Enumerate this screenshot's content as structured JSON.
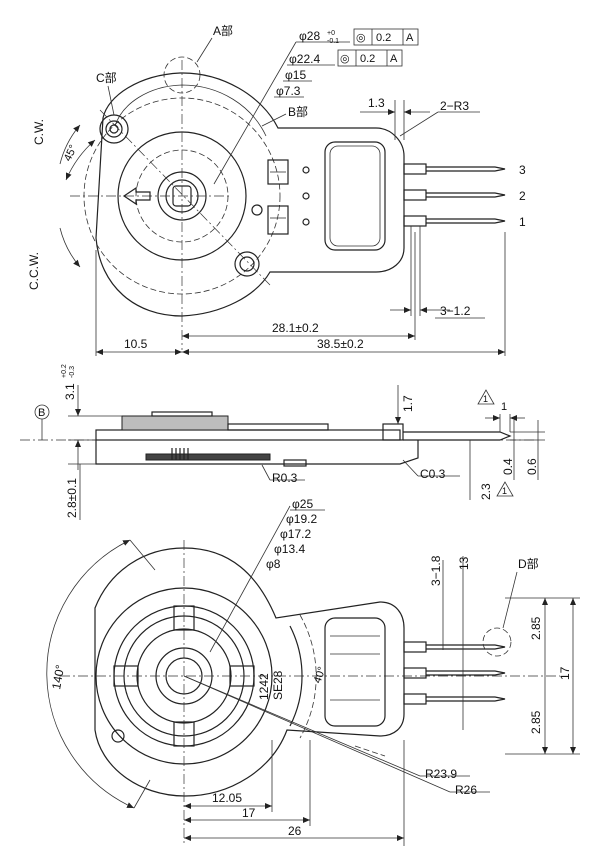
{
  "top_view": {
    "label_a": "A部",
    "label_b": "B部",
    "label_c": "C部",
    "rot_cw": "C.W.",
    "rot_ccw": "C.C.W.",
    "angle_45": "45°",
    "dia_28": "φ28",
    "dia_28_tol_upper": "+0",
    "dia_28_tol_lower": "-0.1",
    "dia_22": "φ22.4",
    "dia_15": "φ15",
    "dia_7": "φ7.3",
    "gdt_sym_1": "◎",
    "gdt_val_1": "0.2",
    "gdt_ref_1": "A",
    "gdt_sym_2": "◎",
    "gdt_val_2": "0.2",
    "gdt_ref_2": "A",
    "dim_1_3": "1.3",
    "dim_2_r3": "2−R3",
    "dim_3_1_2": "3−1.2",
    "dim_28_1": "28.1±0.2",
    "dim_38_5": "38.5±0.2",
    "dim_10_5": "10.5",
    "pin_3": "3",
    "pin_2": "2",
    "pin_1": "1"
  },
  "side_view": {
    "datum_b": "B",
    "dim_3_1": "3.1",
    "dim_3_1_up": "+0.2",
    "dim_3_1_lo": "-0.3",
    "dim_1_7": "1.7",
    "dim_1": "1",
    "tri_1": "1",
    "tri_2": "1",
    "dim_0_4": "0.4",
    "dim_0_6": "0.6",
    "dim_c0_3": "C0.3",
    "dim_r0_3": "R0.3",
    "dim_2_3": "2.3",
    "dim_2_8": "2.8±0.1"
  },
  "bottom_view": {
    "dia_25": "φ25",
    "dia_19_2": "φ19.2",
    "dia_17_2": "φ17.2",
    "dia_13_4": "φ13.4",
    "dia_8": "φ8",
    "angle_140": "140°",
    "angle_40": "40°",
    "marking_1": "1242",
    "marking_2": "SE28",
    "label_d": "D部",
    "dim_3_1_8": "3−1.8",
    "dim_13": "13",
    "dim_2_85_a": "2.85",
    "dim_2_85_b": "2.85",
    "dim_17_v": "17",
    "dim_r23_9": "R23.9",
    "dim_r26": "R26",
    "dim_12_05": "12.05",
    "dim_17_h": "17",
    "dim_26": "26"
  }
}
